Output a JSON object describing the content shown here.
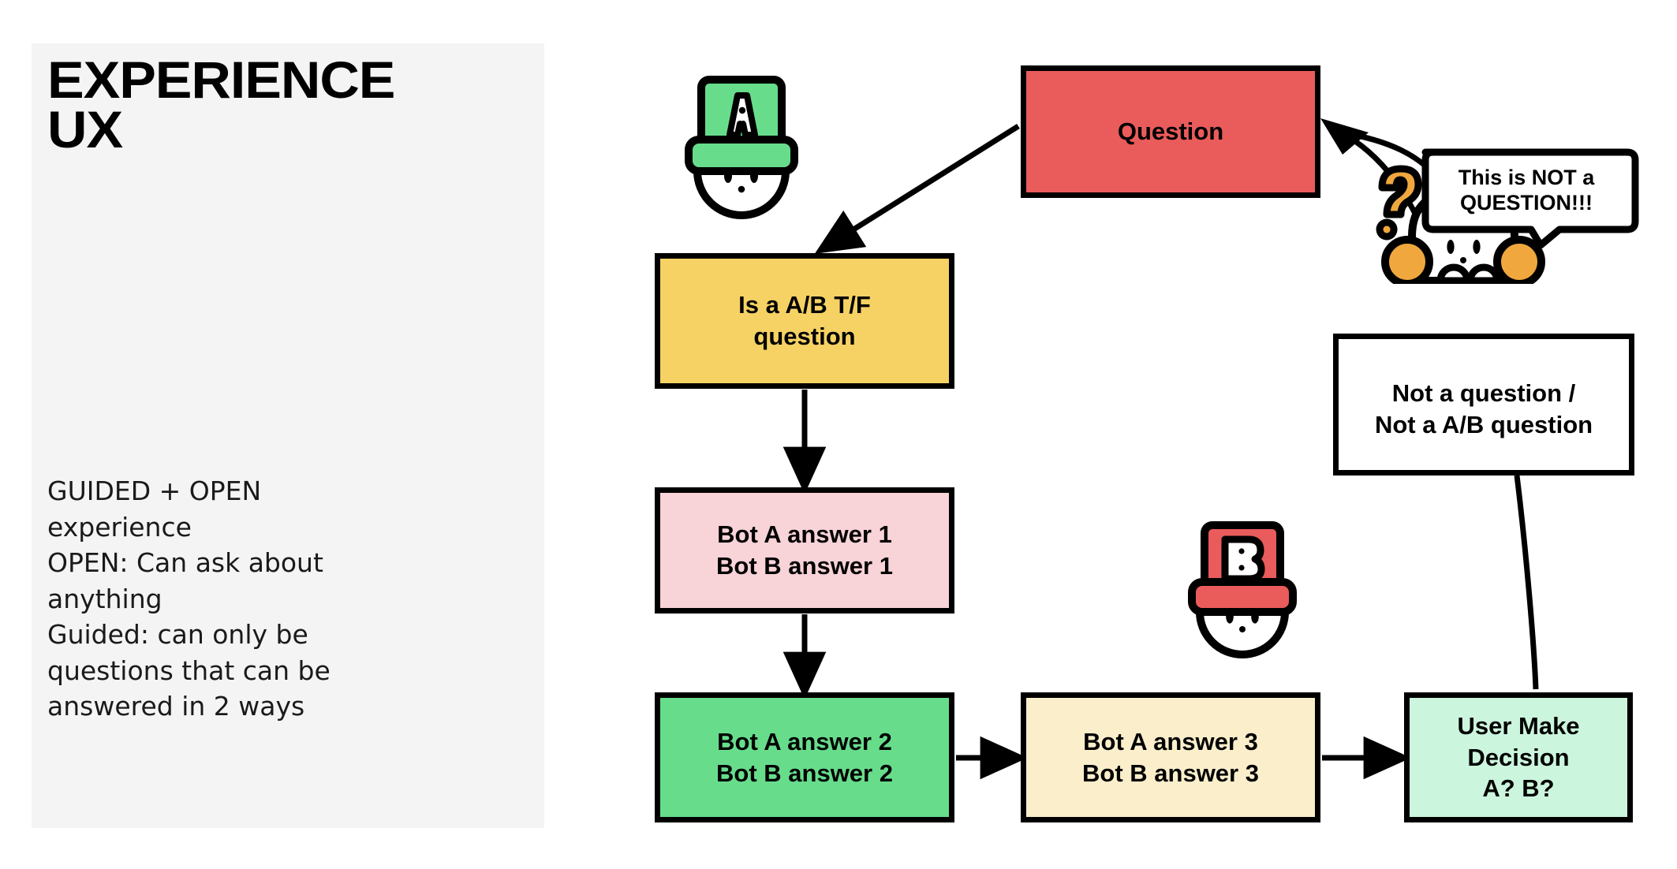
{
  "panel": {
    "title": "EXPERIENCE\nUX",
    "body": "GUIDED + OPEN\nexperience\nOPEN: Can ask about\nanything\nGuided: can only be\nquestions that can be\nanswered in 2 ways",
    "background_color": "#f4f4f4"
  },
  "diagram": {
    "type": "flowchart",
    "nodes": [
      {
        "id": "question",
        "label": "Question",
        "fill": "#ea5b5b",
        "stroke": "#000000"
      },
      {
        "id": "is_ab_tf",
        "label": "Is a A/B T/F\nquestion",
        "fill": "#f5d263",
        "stroke": "#000000"
      },
      {
        "id": "answer1",
        "label": "Bot A answer 1\nBot B answer 1",
        "fill": "#f8d3d8",
        "stroke": "#000000"
      },
      {
        "id": "answer2",
        "label": "Bot A answer 2\nBot B answer 2",
        "fill": "#67dd8c",
        "stroke": "#000000"
      },
      {
        "id": "answer3",
        "label": "Bot A answer 3\nBot B answer 3",
        "fill": "#fbeecb",
        "stroke": "#000000"
      },
      {
        "id": "decision",
        "label": "User Make\nDecision\nA? B?",
        "fill": "#ccf5dd",
        "stroke": "#000000"
      },
      {
        "id": "not_q",
        "label": "Not a question /\nNot a A/B question",
        "fill": "#ffffff",
        "stroke": "#000000"
      }
    ],
    "edges": [
      {
        "from": "question",
        "to": "is_ab_tf",
        "style": "diagonal-arrow"
      },
      {
        "from": "is_ab_tf",
        "to": "answer1",
        "style": "vertical-arrow"
      },
      {
        "from": "answer1",
        "to": "answer2",
        "style": "vertical-arrow"
      },
      {
        "from": "answer2",
        "to": "answer3",
        "style": "horizontal-arrow"
      },
      {
        "from": "answer3",
        "to": "decision",
        "style": "horizontal-arrow"
      },
      {
        "from": "not_q",
        "to": "decision",
        "style": "curved-line"
      },
      {
        "from": "user",
        "to": "question",
        "style": "curved-arrow-double"
      }
    ]
  },
  "characters": {
    "bot_a": {
      "letter": "A",
      "hat_color": "#67dd8c",
      "face_color": "#ffffff",
      "name": "Bot A"
    },
    "bot_b": {
      "letter": "B",
      "hat_color": "#ea5b5b",
      "face_color": "#ffffff",
      "name": "Bot B"
    },
    "user": {
      "accent_color": "#f0a73e",
      "body_color": "#ffffff",
      "name": "User"
    }
  },
  "speech_bubble": {
    "text": "This is NOT a\nQUESTION!!!",
    "speaker": "user"
  }
}
